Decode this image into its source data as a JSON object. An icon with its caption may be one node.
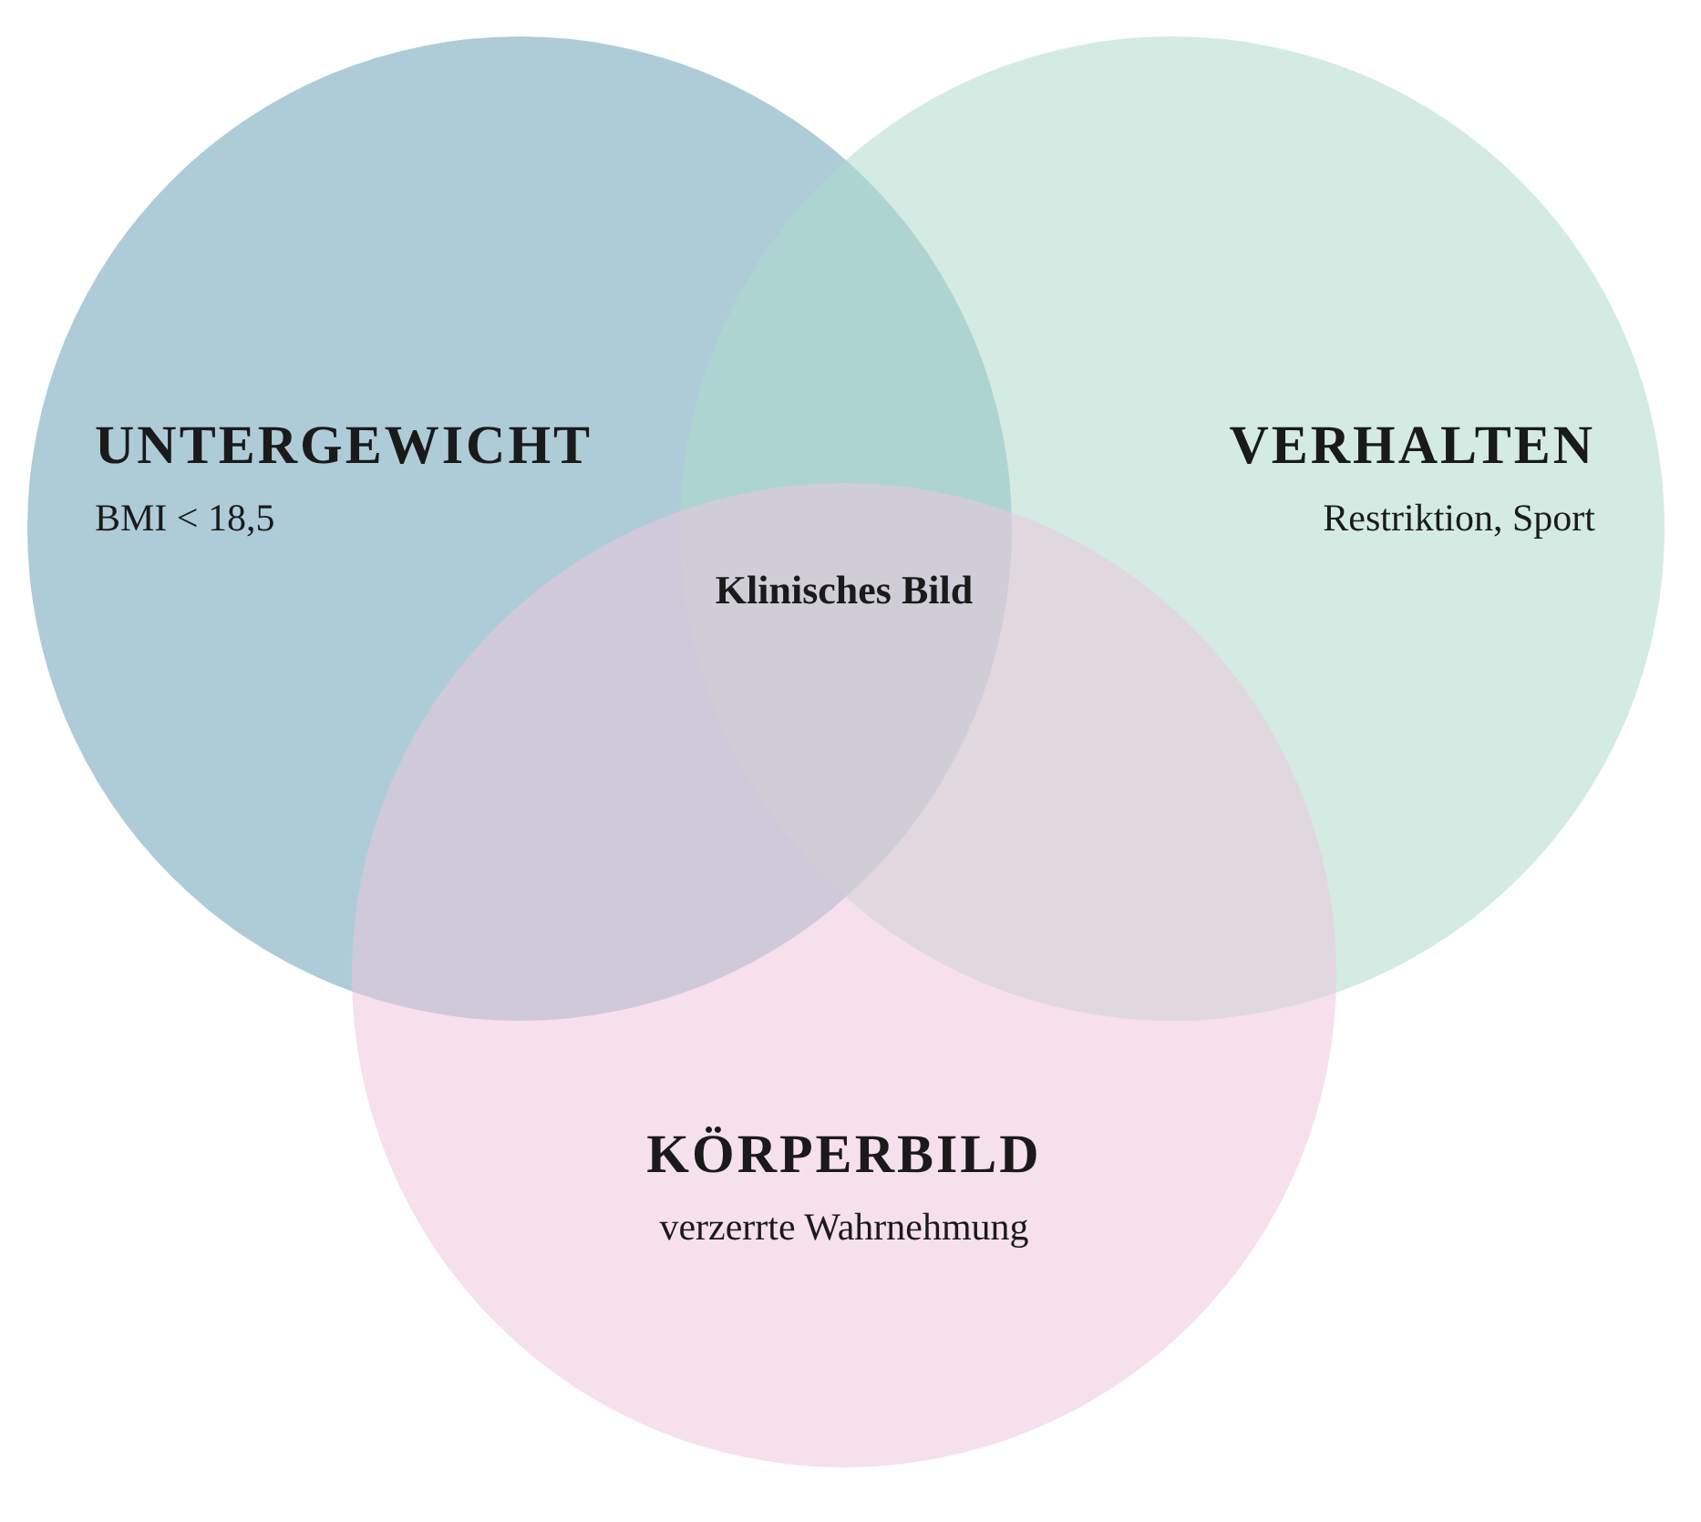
{
  "diagram": {
    "nodes": [
      {
        "text": [
          "UNTERGEWICHT",
          "BMI < 18,5"
        ]
      },
      {
        "text": [
          "VERHALTEN",
          "Restriktion, Sport"
        ]
      },
      {
        "text": [
          "KÖRPERBILD",
          "verzerrte Wahrnehmung"
        ]
      }
    ],
    "edges": [],
    "labels": [
      "Klinisches Bild"
    ]
  }
}
